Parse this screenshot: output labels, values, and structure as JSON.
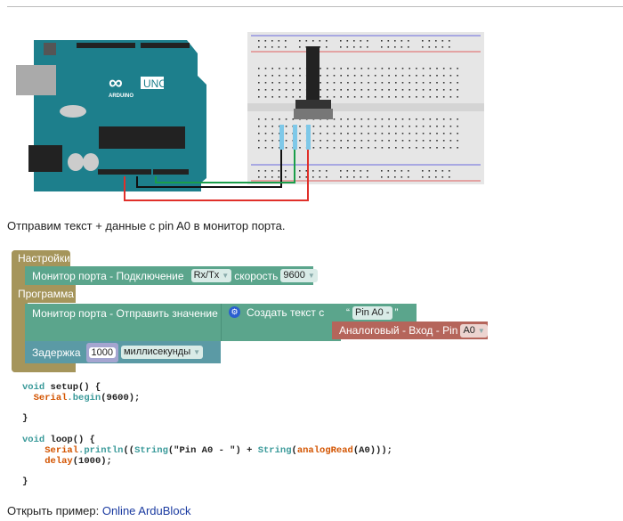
{
  "intro_text": "Отправим текст + данные с pin A0 в монитор порта.",
  "diagram": {
    "board_label": "UNO",
    "brand": "ARDUINO",
    "wire_colors": {
      "gnd": "#111111",
      "signal": "#1a9e4a",
      "power": "#e0302a"
    }
  },
  "blocks": {
    "setup_label": "Настройки",
    "serial_connect": {
      "label": "Монитор порта - Подключение",
      "port": "Rx/Tx",
      "speed_label": "скорость",
      "speed": "9600"
    },
    "program_label": "Программа",
    "serial_send": {
      "label": "Монитор порта - Отправить значение"
    },
    "create_text": {
      "label": "Создать текст с",
      "open_quote": "“",
      "text": "Pin A0 -",
      "close_quote": "”"
    },
    "analog_read": {
      "label": "Аналоговый - Вход - Pin",
      "pin": "A0"
    },
    "delay": {
      "label": "Задержка",
      "value": "1000",
      "unit": "миллисекунды"
    },
    "colors": {
      "olive": "#a5955b",
      "teal": "#5ba58c",
      "blue": "#5b9aa5",
      "red": "#b5655b"
    }
  },
  "code": {
    "l1a": "void",
    "l1b": " setup() {",
    "l2a": "Serial",
    "l2b": ".begin",
    "l2c": "(9600);",
    "l3": "}",
    "l4a": "void",
    "l4b": " loop() {",
    "l5a": "Serial",
    "l5b": ".println",
    "l5c": "((",
    "l5d": "String",
    "l5e": "(\"Pin A0 - \") + ",
    "l5f": "String",
    "l5g": "(",
    "l5h": "analogRead",
    "l5i": "(A0)));",
    "l6a": "delay",
    "l6b": "(1000);",
    "l7": "}"
  },
  "footer": {
    "label": "Открыть пример: ",
    "link": "Online ArduBlock"
  }
}
